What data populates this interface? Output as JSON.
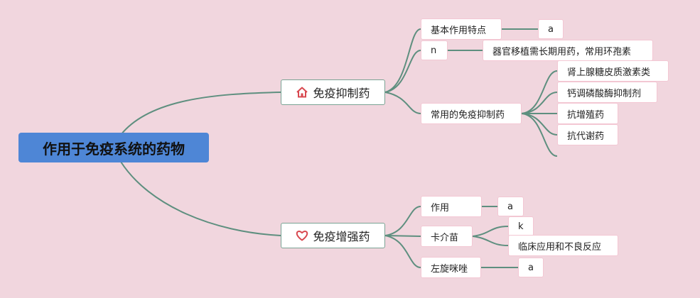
{
  "root": {
    "label": "作用于免疫系统的药物"
  },
  "branches": [
    {
      "label": "免疫抑制药",
      "icon": "house-icon",
      "children": [
        {
          "label": "基本作用特点",
          "children": [
            {
              "label": "a"
            }
          ]
        },
        {
          "label": "n",
          "children": [
            {
              "label": "器官移植需长期用药，常用环孢素"
            }
          ]
        },
        {
          "label": "常用的免疫抑制药",
          "children": [
            {
              "label": "肾上腺糖皮质激素类"
            },
            {
              "label": "钙调磷酸酶抑制剂"
            },
            {
              "label": "抗增殖药"
            },
            {
              "label": "抗代谢药"
            },
            {
              "label": ""
            }
          ]
        }
      ]
    },
    {
      "label": "免疫增强药",
      "icon": "heart-icon",
      "children": [
        {
          "label": "作用",
          "children": [
            {
              "label": "a"
            }
          ]
        },
        {
          "label": "卡介苗",
          "children": [
            {
              "label": "k"
            },
            {
              "label": "临床应用和不良反应"
            }
          ]
        },
        {
          "label": "左旋咪唑",
          "children": [
            {
              "label": "a"
            }
          ]
        }
      ]
    }
  ],
  "colors": {
    "background": "#f1d6de",
    "root_fill": "#4e86d6",
    "connector": "#5e8f7f",
    "node_border": "#f3c7d3",
    "icon": "#d8484f"
  }
}
